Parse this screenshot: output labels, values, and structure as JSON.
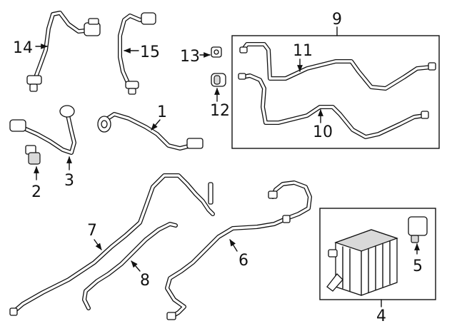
{
  "callouts": {
    "c1": "1",
    "c2": "2",
    "c3": "3",
    "c4": "4",
    "c5": "5",
    "c6": "6",
    "c7": "7",
    "c8": "8",
    "c9": "9",
    "c10": "10",
    "c11": "11",
    "c12": "12",
    "c13": "13",
    "c14": "14",
    "c15": "15"
  },
  "icons": [
    "arrow-icon",
    "connector-icon",
    "canister-icon"
  ]
}
